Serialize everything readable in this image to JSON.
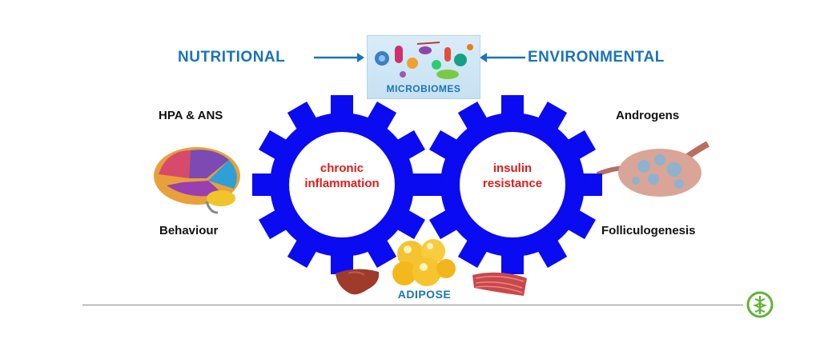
{
  "top": {
    "left_label": "NUTRITIONAL",
    "right_label": "ENVIRONMENTAL",
    "center_label": "MICROBIOMES"
  },
  "left": {
    "top_label": "HPA & ANS",
    "bottom_label": "Behaviour"
  },
  "right": {
    "top_label": "Androgens",
    "bottom_label": "Folliculogenesis"
  },
  "gears": {
    "left": {
      "line1": "chronic",
      "line2": "inflammation"
    },
    "right": {
      "line1": "insulin",
      "line2": "resistance"
    }
  },
  "bottom": {
    "label": "ADIPOSE"
  },
  "colors": {
    "gear": "#0b0bf2",
    "heading": "#1a73b8",
    "gear_text": "#e01b1b"
  },
  "icons": [
    "brain-icon",
    "ovary-icon",
    "liver-icon",
    "adipose-cells-icon",
    "muscle-icon",
    "medical-logo-icon"
  ]
}
